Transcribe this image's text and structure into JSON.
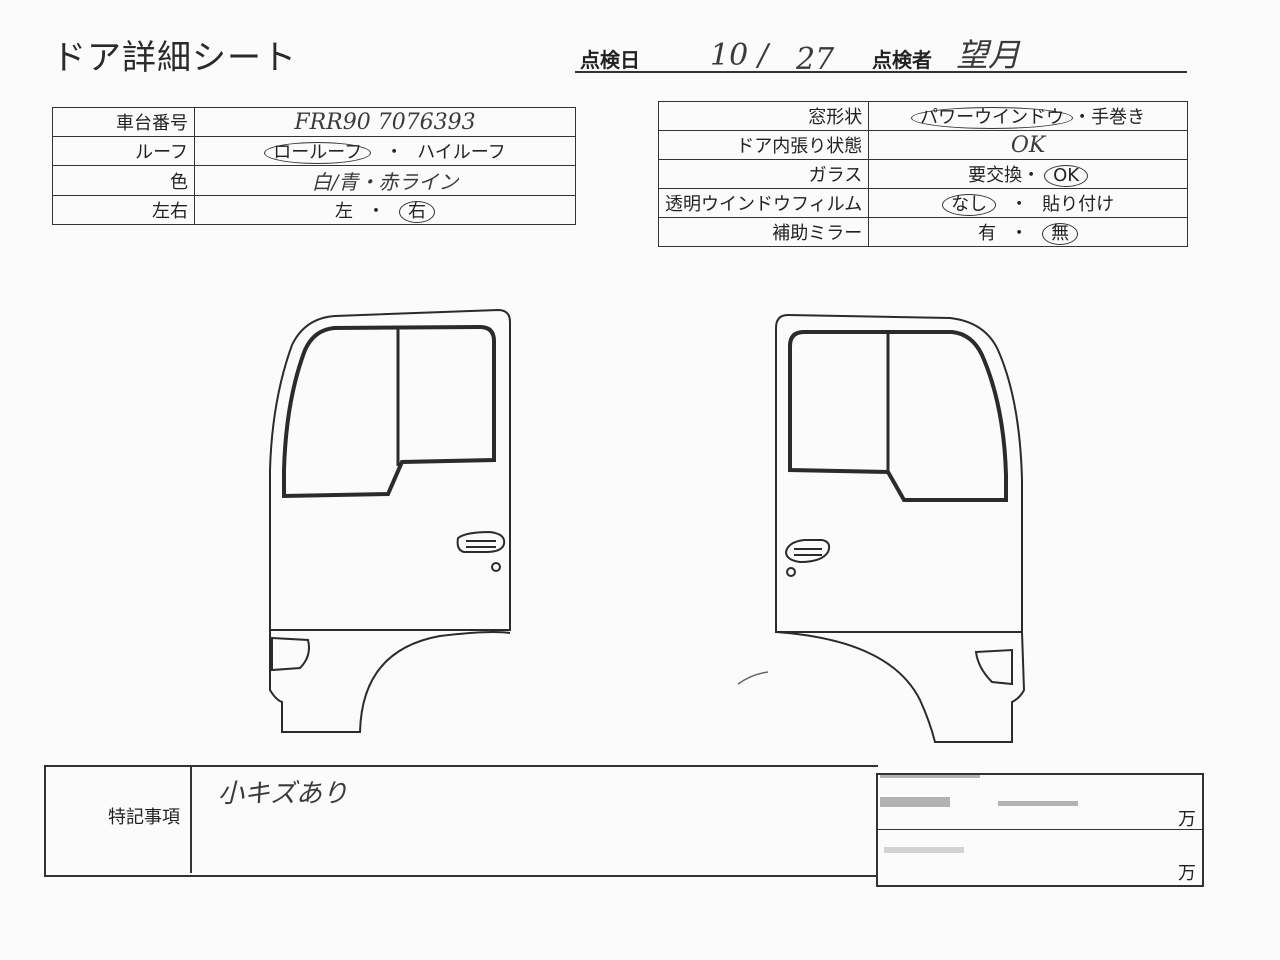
{
  "header": {
    "title": "ドア詳細シート",
    "inspection_date_label": "点検日",
    "inspection_date_month": "10",
    "inspection_date_sep": "/",
    "inspection_date_day": "27",
    "inspector_label": "点検者",
    "inspector_name": "望月"
  },
  "left_table": {
    "rows": [
      {
        "label": "車台番号",
        "value": "FRR90 7076393"
      },
      {
        "label": "ルーフ",
        "option_a": "ロールーフ",
        "option_b": "ハイルーフ"
      },
      {
        "label": "色",
        "value": "白/青・赤ライン"
      },
      {
        "label": "左右",
        "option_a": "左",
        "option_b": "右"
      }
    ],
    "separator": "・"
  },
  "right_table": {
    "rows": [
      {
        "label": "窓形状",
        "option_a": "パワーウインドウ",
        "option_b": "手巻き"
      },
      {
        "label": "ドア内張り状態",
        "value": "OK"
      },
      {
        "label": "ガラス",
        "option_a": "要交換",
        "option_b": "OK"
      },
      {
        "label": "透明ウインドウフィルム",
        "option_a": "なし",
        "option_b": "貼り付け"
      },
      {
        "label": "補助ミラー",
        "option_a": "有",
        "option_b": "無"
      }
    ],
    "separator": "・"
  },
  "notes": {
    "label": "特記事項",
    "text": "小キズあり",
    "unit_1": "万",
    "unit_2": "万"
  },
  "colors": {
    "ink": "#222222",
    "line": "#333333",
    "paper": "#fbfbfb"
  }
}
